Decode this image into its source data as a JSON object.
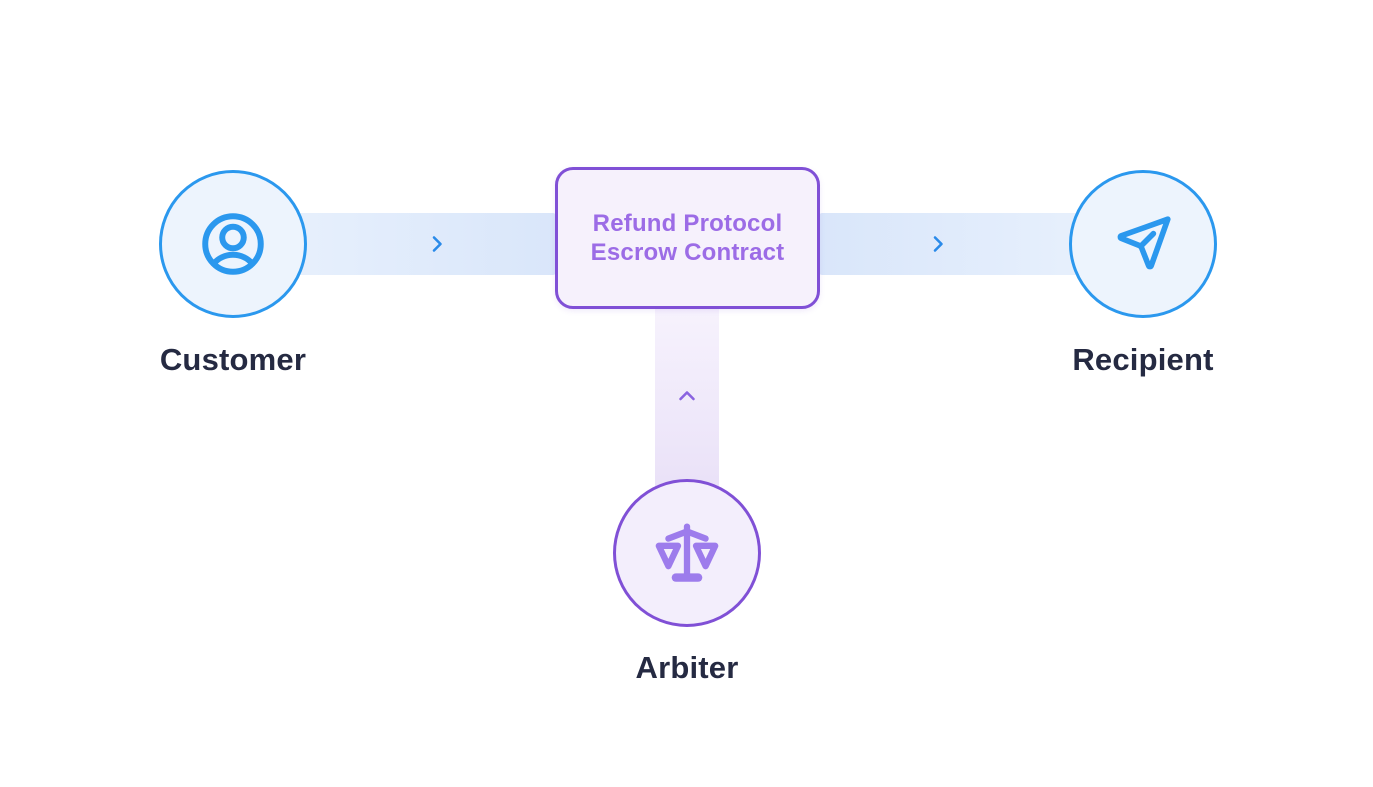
{
  "colors": {
    "background": "#ffffff",
    "blue_accent": "#2b98ee",
    "blue_node_fill": "#edf4fd",
    "blue_band_dark": "#d9e6fa",
    "blue_band_light": "#eaf2fd",
    "blue_chevron": "#2a8ae9",
    "purple_accent": "#8050d6",
    "purple_icon": "#9d7cec",
    "purple_chevron": "#8a63e0",
    "escrow_fill": "#f6f1fc",
    "escrow_text": "#9c6ce6",
    "arbiter_fill": "#f3eefc",
    "vband_top": "#f7f3fd",
    "vband_bottom": "#e5dbf6",
    "label_text": "#252a42"
  },
  "nodes": {
    "customer": {
      "label": "Customer",
      "icon": "user-circle-icon"
    },
    "recipient": {
      "label": "Recipient",
      "icon": "send-icon"
    },
    "arbiter": {
      "label": "Arbiter",
      "icon": "scales-icon"
    },
    "escrow": {
      "label_line1": "Refund Protocol",
      "label_line2": "Escrow Contract"
    }
  },
  "connectors": [
    {
      "from": "customer",
      "to": "escrow",
      "direction": "right",
      "icon": "chevron-right-icon"
    },
    {
      "from": "escrow",
      "to": "recipient",
      "direction": "right",
      "icon": "chevron-right-icon"
    },
    {
      "from": "arbiter",
      "to": "escrow",
      "direction": "up",
      "icon": "chevron-up-icon"
    }
  ]
}
